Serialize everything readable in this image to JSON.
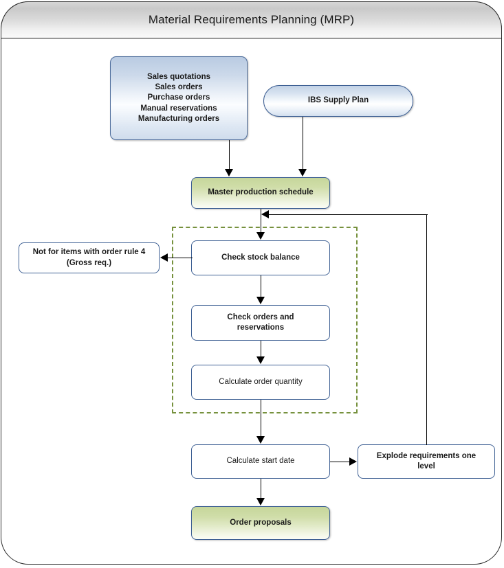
{
  "window": {
    "title": "Material Requirements Planning (MRP)"
  },
  "diagram": {
    "type": "flowchart",
    "nodes": {
      "inputs": {
        "label": "Sales quotations\nSales orders\nPurchase orders\nManual reservations\nManufacturing orders",
        "lines": [
          "Sales quotations",
          "Sales orders",
          "Purchase orders",
          "Manual reservations",
          "Manufacturing orders"
        ],
        "shape": "rounded-rect",
        "style": "blue-gradient"
      },
      "supply_plan": {
        "label": "IBS Supply Plan",
        "shape": "pill",
        "style": "blue-gradient"
      },
      "master_schedule": {
        "label": "Master production schedule",
        "shape": "rounded-rect",
        "style": "green-gradient"
      },
      "check_stock": {
        "label": "Check stock balance",
        "shape": "rounded-rect",
        "style": "white"
      },
      "check_orders": {
        "label": "Check orders and\nreservations",
        "shape": "rounded-rect",
        "style": "white"
      },
      "calc_quantity": {
        "label": "Calculate order quantity",
        "shape": "rounded-rect",
        "style": "white"
      },
      "order_rule_note": {
        "label": "Not for items with order rule 4\n(Gross req.)",
        "shape": "rounded-rect",
        "style": "white"
      },
      "calc_start_date": {
        "label": "Calculate start date",
        "shape": "rounded-rect",
        "style": "white"
      },
      "explode_requirements": {
        "label": "Explode requirements one\nlevel",
        "shape": "rounded-rect",
        "style": "white"
      },
      "order_proposals": {
        "label": "Order proposals",
        "shape": "rounded-rect",
        "style": "green-gradient"
      }
    },
    "colors": {
      "header_gradient_start": "#d6d6d6",
      "header_gradient_end": "#fafafa",
      "frame_border": "#2b2b2b",
      "node_border_blue": "#3d5f93",
      "blue_fill_top": "#b9cbe2",
      "green_fill_top": "#c6d69b",
      "dashed_group_border": "#76913d",
      "connector": "#000000",
      "text": "#1a1a1a"
    }
  }
}
